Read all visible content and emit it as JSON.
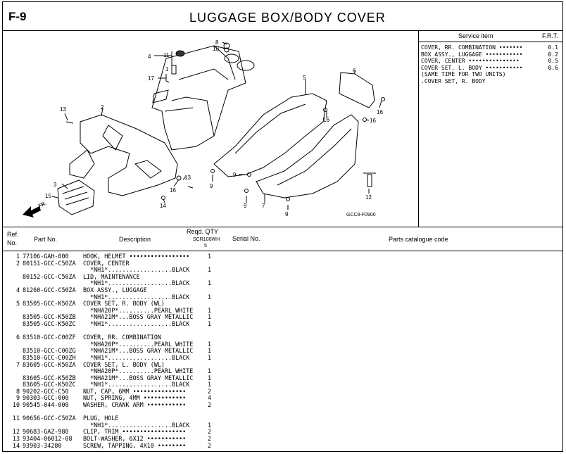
{
  "figure": {
    "id": "F-9",
    "title": "LUGGAGE BOX/BODY COVER"
  },
  "diagram": {
    "code": "GCC8-F0900",
    "arrow_label": "FR.",
    "callouts": {
      "n1": "1",
      "n2": "2",
      "n3": "3",
      "n4": "4",
      "n5": "5",
      "n6": "6",
      "n7": "7",
      "n8": "8",
      "n9a": "9",
      "n9b": "9",
      "n9c": "9",
      "n9d": "9",
      "n10": "10",
      "n11": "11",
      "n12": "12",
      "n13a": "13",
      "n13b": "13",
      "n14": "14",
      "n15": "15",
      "n16a": "16",
      "n16b": "16",
      "n16c": "16",
      "n17": "17"
    }
  },
  "service": {
    "header_item": "Service item",
    "header_frt": "F.R.T.",
    "rows": [
      {
        "text": "COVER, RR. COMBINATION •••••••",
        "value": "0.1"
      },
      {
        "text": "BOX ASSY., LUGGAGE •••••••••••",
        "value": "0.2"
      },
      {
        "text": "COVER, CENTER •••••••••••••••",
        "value": "0.5"
      },
      {
        "text": "COVER SET, L. BODY •••••••••••",
        "value": "0.6"
      },
      {
        "text": "(SAME TIME FOR TWO UNITS)",
        "value": ""
      },
      {
        "text": ".COVER SET, R. BODY",
        "value": ""
      }
    ]
  },
  "table_header": {
    "ref": "Ref.",
    "no": "No.",
    "part_no": "Part No.",
    "description": "Description",
    "reqd_qty": "Reqd. QTY",
    "model": "SCR100WH",
    "model_sub": "5",
    "serial": "Serial No.",
    "catalogue": "Parts catalogue code"
  },
  "parts": [
    {
      "ref": "1",
      "pn": "77106-GAH-000",
      "desc": "HOOK, HELMET •••••••••••••••••",
      "qty": "1"
    },
    {
      "ref": "2",
      "pn": "80151-GCC-C50ZA",
      "desc": "COVER, CENTER",
      "qty": ""
    },
    {
      "ref": "",
      "pn": "",
      "desc": "  *NH1*..................BLACK",
      "qty": "1"
    },
    {
      "ref": "",
      "pn": "80152-GCC-C50ZA",
      "desc": "LID, MAINTENANCE",
      "qty": ""
    },
    {
      "ref": "",
      "pn": "",
      "desc": "  *NH1*..................BLACK",
      "qty": "1"
    },
    {
      "ref": "4",
      "pn": "81260-GCC-C50ZA",
      "desc": "BOX ASSY., LUGGAGE",
      "qty": ""
    },
    {
      "ref": "",
      "pn": "",
      "desc": "  *NH1*..................BLACK",
      "qty": "1"
    },
    {
      "ref": "5",
      "pn": "83505-GCC-K50ZA",
      "desc": "COVER SET, R. BODY (WL)",
      "qty": ""
    },
    {
      "ref": "",
      "pn": "",
      "desc": "  *NHA20P*..........PEARL WHITE",
      "qty": "1"
    },
    {
      "ref": "",
      "pn": "83505-GCC-K50ZB",
      "desc": "  *NHA21M*...BOSS GRAY METALLIC",
      "qty": "1"
    },
    {
      "ref": "",
      "pn": "83505-GCC-K50ZC",
      "desc": "  *NH1*..................BLACK",
      "qty": "1"
    },
    {
      "ref": "",
      "pn": "",
      "desc": "",
      "qty": ""
    },
    {
      "ref": "6",
      "pn": "83510-GCC-C00ZF",
      "desc": "COVER, RR. COMBINATION",
      "qty": ""
    },
    {
      "ref": "",
      "pn": "",
      "desc": "  *NHA20P*..........PEARL WHITE",
      "qty": "1"
    },
    {
      "ref": "",
      "pn": "83510-GCC-C00ZG",
      "desc": "  *NHA21M*...BOSS GRAY METALLIC",
      "qty": "1"
    },
    {
      "ref": "",
      "pn": "83510-GCC-C00ZH",
      "desc": "  *NH1*..................BLACK",
      "qty": "1"
    },
    {
      "ref": "7",
      "pn": "83605-GCC-K50ZA",
      "desc": "COVER SET, L. BODY (WL)",
      "qty": ""
    },
    {
      "ref": "",
      "pn": "",
      "desc": "  *NHA20P*..........PEARL WHITE",
      "qty": "1"
    },
    {
      "ref": "",
      "pn": "83605-GCC-K50ZB",
      "desc": "  *NHA21M*...BOSS GRAY METALLIC",
      "qty": "1"
    },
    {
      "ref": "",
      "pn": "83605-GCC-K50ZC",
      "desc": "  *NH1*..................BLACK",
      "qty": "1"
    },
    {
      "ref": "8",
      "pn": "90202-GCC-C50",
      "desc": "NUT, CAP, 6MM •••••••••••••••",
      "qty": "2"
    },
    {
      "ref": "9",
      "pn": "90303-GCC-000",
      "desc": "NUT, SPRING, 4MM ••••••••••••",
      "qty": "4"
    },
    {
      "ref": "10",
      "pn": "90545-044-000",
      "desc": "WASHER, CRANK ARM •••••••••••",
      "qty": "2"
    },
    {
      "ref": "",
      "pn": "",
      "desc": "",
      "qty": ""
    },
    {
      "ref": "11",
      "pn": "90656-GCC-C50ZA",
      "desc": "PLUG, HOLE",
      "qty": ""
    },
    {
      "ref": "",
      "pn": "",
      "desc": "  *NH1*..................BLACK",
      "qty": "1"
    },
    {
      "ref": "12",
      "pn": "90683-GAZ-980",
      "desc": "CLIP, TRIM ••••••••••••••••••",
      "qty": "2"
    },
    {
      "ref": "13",
      "pn": "93404-06012-08",
      "desc": "BOLT-WASHER, 6X12 •••••••••••",
      "qty": "2"
    },
    {
      "ref": "14",
      "pn": "93903-34280",
      "desc": "SCREW, TAPPING, 4X10 ••••••••",
      "qty": "2"
    }
  ]
}
